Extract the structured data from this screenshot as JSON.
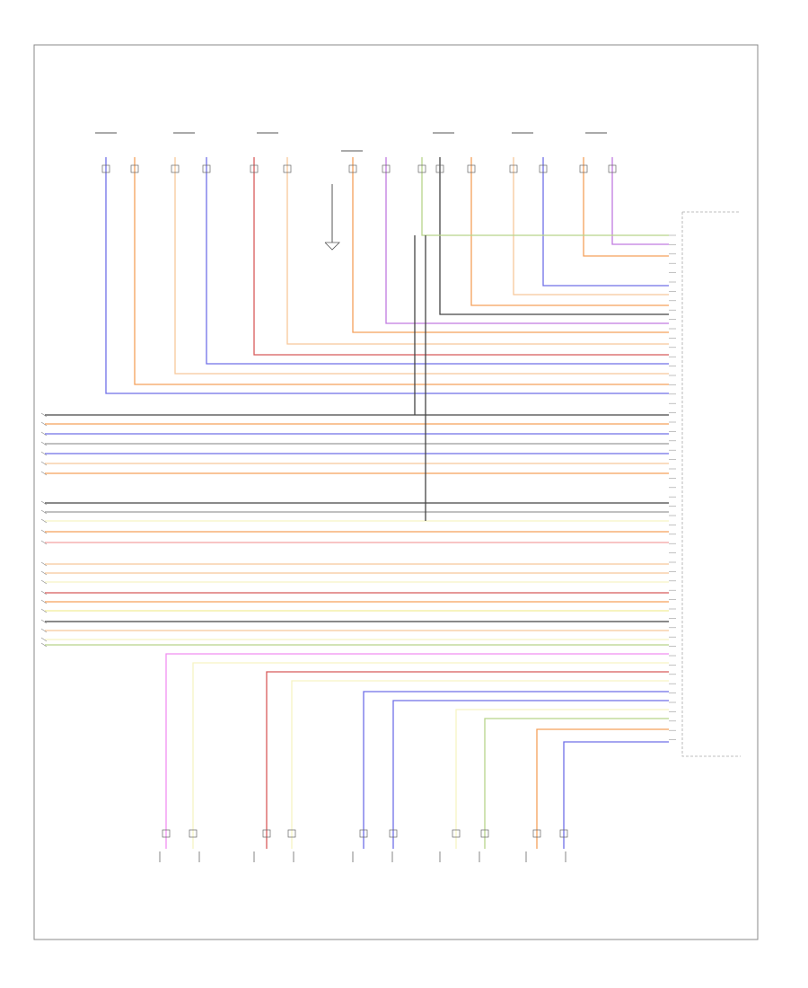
{
  "diagram": {
    "footer_code": "",
    "module_label": "",
    "connector_label": "",
    "colors": {
      "frame": "#888888",
      "text": "#333333",
      "black": "#444444",
      "orange": "#f5a05a",
      "light_orange": "#f8c89a",
      "blue": "#6f6fe8",
      "violet": "#c07ae0",
      "red": "#d85a5a",
      "pink": "#f4a0a0",
      "yellow": "#f2ee99",
      "light_yellow": "#f6f4c4",
      "green": "#b7d48a",
      "gray": "#9a9a9a",
      "magenta": "#f08ff0"
    },
    "top_components": [
      {
        "id": "t1",
        "label": ""
      },
      {
        "id": "t2",
        "label": ""
      },
      {
        "id": "t3",
        "label": ""
      },
      {
        "id": "t4",
        "label": ""
      },
      {
        "id": "t5",
        "label": ""
      },
      {
        "id": "t6",
        "label": ""
      },
      {
        "id": "t7",
        "label": ""
      }
    ],
    "bottom_components": [
      {
        "id": "b1",
        "label": ""
      },
      {
        "id": "b2",
        "label": ""
      },
      {
        "id": "b3",
        "label": ""
      },
      {
        "id": "b4",
        "label": ""
      },
      {
        "id": "b5",
        "label": ""
      }
    ],
    "ground_component": {
      "label": ""
    },
    "notes": [
      {
        "id": "n1",
        "text": ""
      },
      {
        "id": "n2",
        "text": ""
      }
    ]
  }
}
